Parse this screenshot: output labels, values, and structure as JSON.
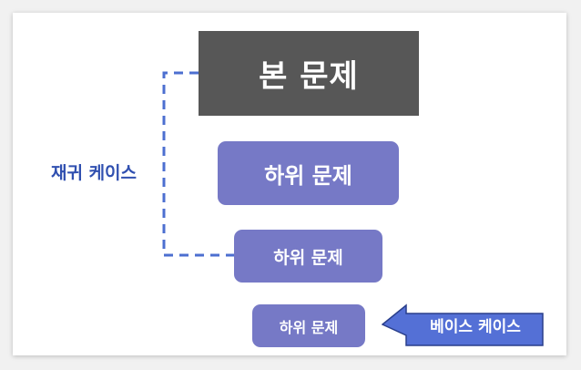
{
  "diagram": {
    "main_problem": "본 문제",
    "sub_problems": [
      "하위 문제",
      "하위 문제",
      "하위 문제"
    ],
    "recursive_case_label": "재귀 케이스",
    "base_case_label": "베이스 케이스"
  },
  "colors": {
    "main_box": "#575757",
    "sub_box": "#7679c6",
    "bracket": "#4c6fd0",
    "recursive_text": "#3050b0",
    "base_case_fill": "#5470d6",
    "base_case_border": "#2a3f8c"
  }
}
